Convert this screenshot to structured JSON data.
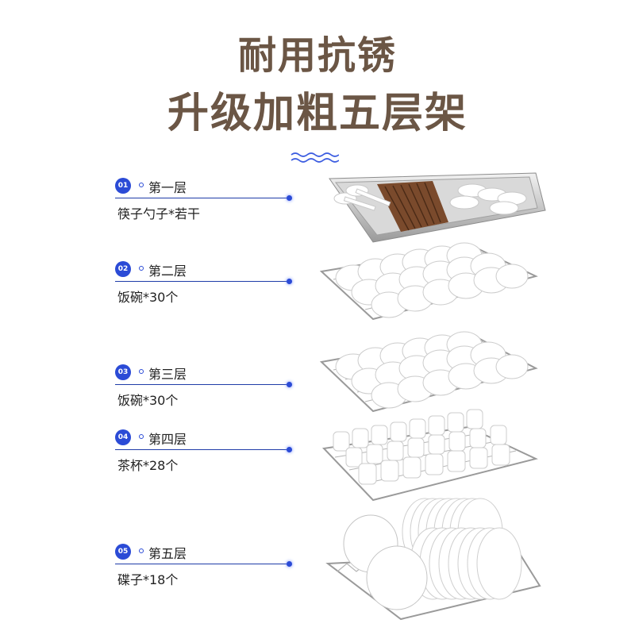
{
  "heading": {
    "line1": "耐用抗锈",
    "line2": "升级加粗五层架"
  },
  "colors": {
    "title": "#6b5645",
    "accent": "#2b4bd6"
  },
  "layers": [
    {
      "num": "01",
      "name": "第一层",
      "desc": "筷子勺子*若干"
    },
    {
      "num": "02",
      "name": "第二层",
      "desc": "饭碗*30个"
    },
    {
      "num": "03",
      "name": "第三层",
      "desc": "饭碗*30个"
    },
    {
      "num": "04",
      "name": "第四层",
      "desc": "茶杯*28个"
    },
    {
      "num": "05",
      "name": "第五层",
      "desc": "碟子*18个"
    }
  ]
}
